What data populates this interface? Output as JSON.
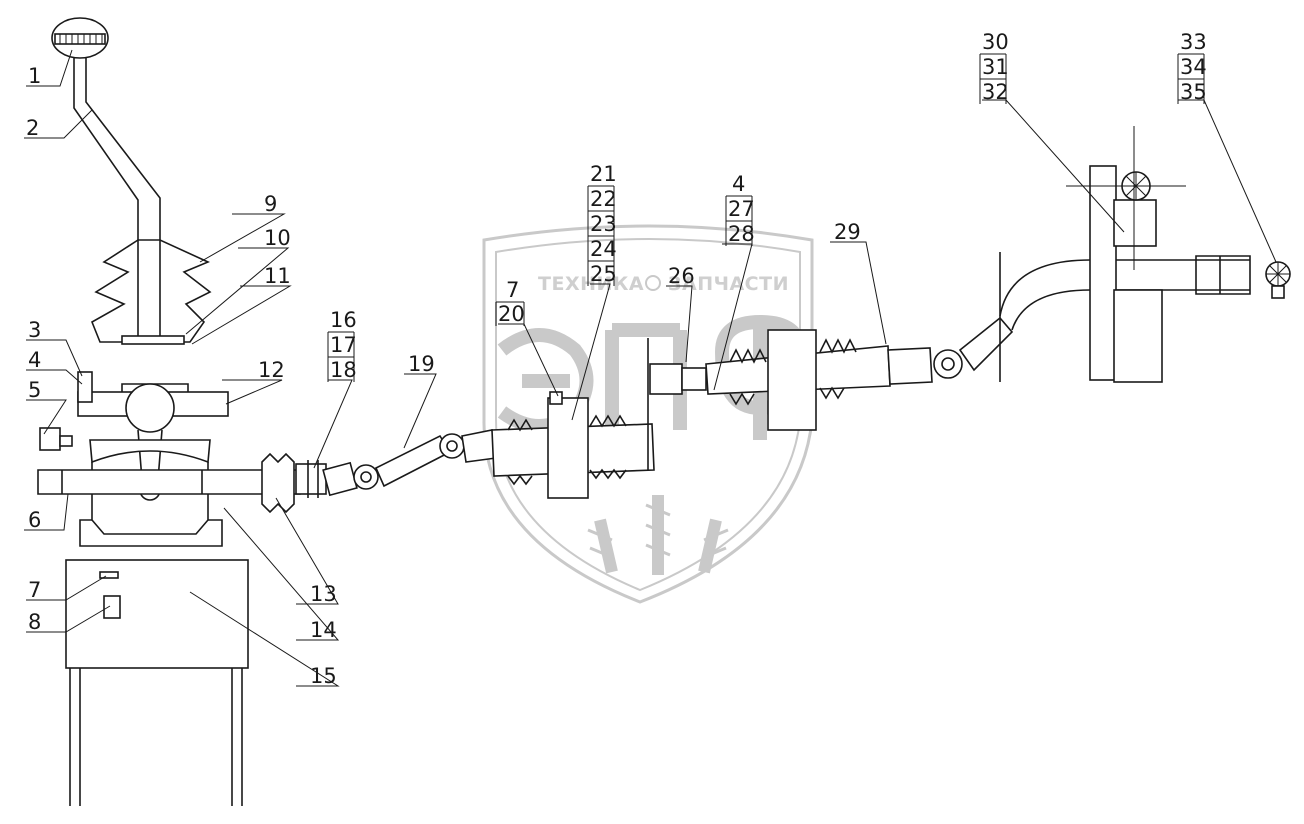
{
  "watermark": {
    "left_word": "ТЕХНИКА",
    "right_word": "ЗАПЧАСТИ"
  },
  "callouts": {
    "c1": "1",
    "c2": "2",
    "c3": "3",
    "c4a": "4",
    "c5": "5",
    "c6": "6",
    "c7a": "7",
    "c8": "8",
    "c9": "9",
    "c10": "10",
    "c11": "11",
    "c12": "12",
    "c13": "13",
    "c14": "14",
    "c15": "15",
    "c16": "16",
    "c17": "17",
    "c18": "18",
    "c19": "19",
    "c7b": "7",
    "c20": "20",
    "c21": "21",
    "c22": "22",
    "c23": "23",
    "c24": "24",
    "c25": "25",
    "c26": "26",
    "c4b": "4",
    "c27": "27",
    "c28": "28",
    "c29": "29",
    "c30": "30",
    "c31": "31",
    "c32": "32",
    "c33": "33",
    "c34": "34",
    "c35": "35"
  }
}
